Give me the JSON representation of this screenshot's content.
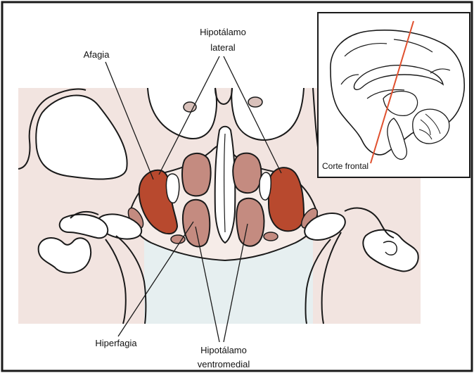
{
  "labels": {
    "lateral_hypothalamus_line1": "Hipotálamo",
    "lateral_hypothalamus_line2": "lateral",
    "aphagia": "Afagia",
    "hyperphagia": "Hiperfagia",
    "ventromedial_line1": "Hipotálamo",
    "ventromedial_line2": "ventromedial",
    "frontal_cut": "Corte frontal"
  },
  "colors": {
    "background_tissue": "#f2e4e0",
    "lower_tint": "#e8f0f0",
    "lateral_nucleus": "#b8492e",
    "medial_nucleus": "#c48b80",
    "cut_line": "#e0502e",
    "outline": "#1a1a1a"
  }
}
